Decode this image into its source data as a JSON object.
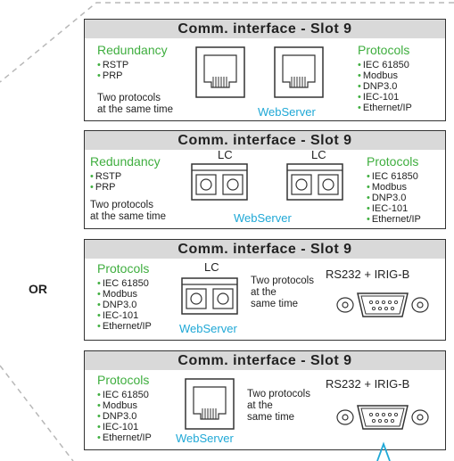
{
  "or_label": "OR",
  "panels": [
    {
      "title": "Comm. interface - Slot 9",
      "left_heading": "Redundancy",
      "left_items": [
        "RSTP",
        "PRP"
      ],
      "note": [
        "Two protocols",
        "at the same time"
      ],
      "webserver": "WebServer",
      "right_heading": "Protocols",
      "right_items": [
        "IEC 61850",
        "Modbus",
        "DNP3.0",
        "IEC-101",
        "Ethernet/IP"
      ]
    },
    {
      "title": "Comm. interface - Slot 9",
      "left_heading": "Redundancy",
      "left_items": [
        "RSTP",
        "PRP"
      ],
      "note": [
        "Two protocols",
        "at the same time"
      ],
      "lc1": "LC",
      "lc2": "LC",
      "webserver": "WebServer",
      "right_heading": "Protocols",
      "right_items": [
        "IEC 61850",
        "Modbus",
        "DNP3.0",
        "IEC-101",
        "Ethernet/IP"
      ]
    },
    {
      "title": "Comm. interface - Slot 9",
      "left_heading": "Protocols",
      "left_items": [
        "IEC 61850",
        "Modbus",
        "DNP3.0",
        "IEC-101",
        "Ethernet/IP"
      ],
      "lc": "LC",
      "note": [
        "Two protocols",
        "at the",
        "same time"
      ],
      "webserver": "WebServer",
      "serial": "RS232 + IRIG-B"
    },
    {
      "title": "Comm. interface - Slot 9",
      "left_heading": "Protocols",
      "left_items": [
        "IEC 61850",
        "Modbus",
        "DNP3.0",
        "IEC-101",
        "Ethernet/IP"
      ],
      "note": [
        "Two protocols",
        "at the",
        "same time"
      ],
      "webserver": "WebServer",
      "serial": "RS232 + IRIG-B"
    }
  ],
  "colors": {
    "green": "#3fae3f",
    "cyan": "#1fa8d6",
    "title_bg": "#d9d9d9",
    "arrow": "#1fa8d6"
  }
}
